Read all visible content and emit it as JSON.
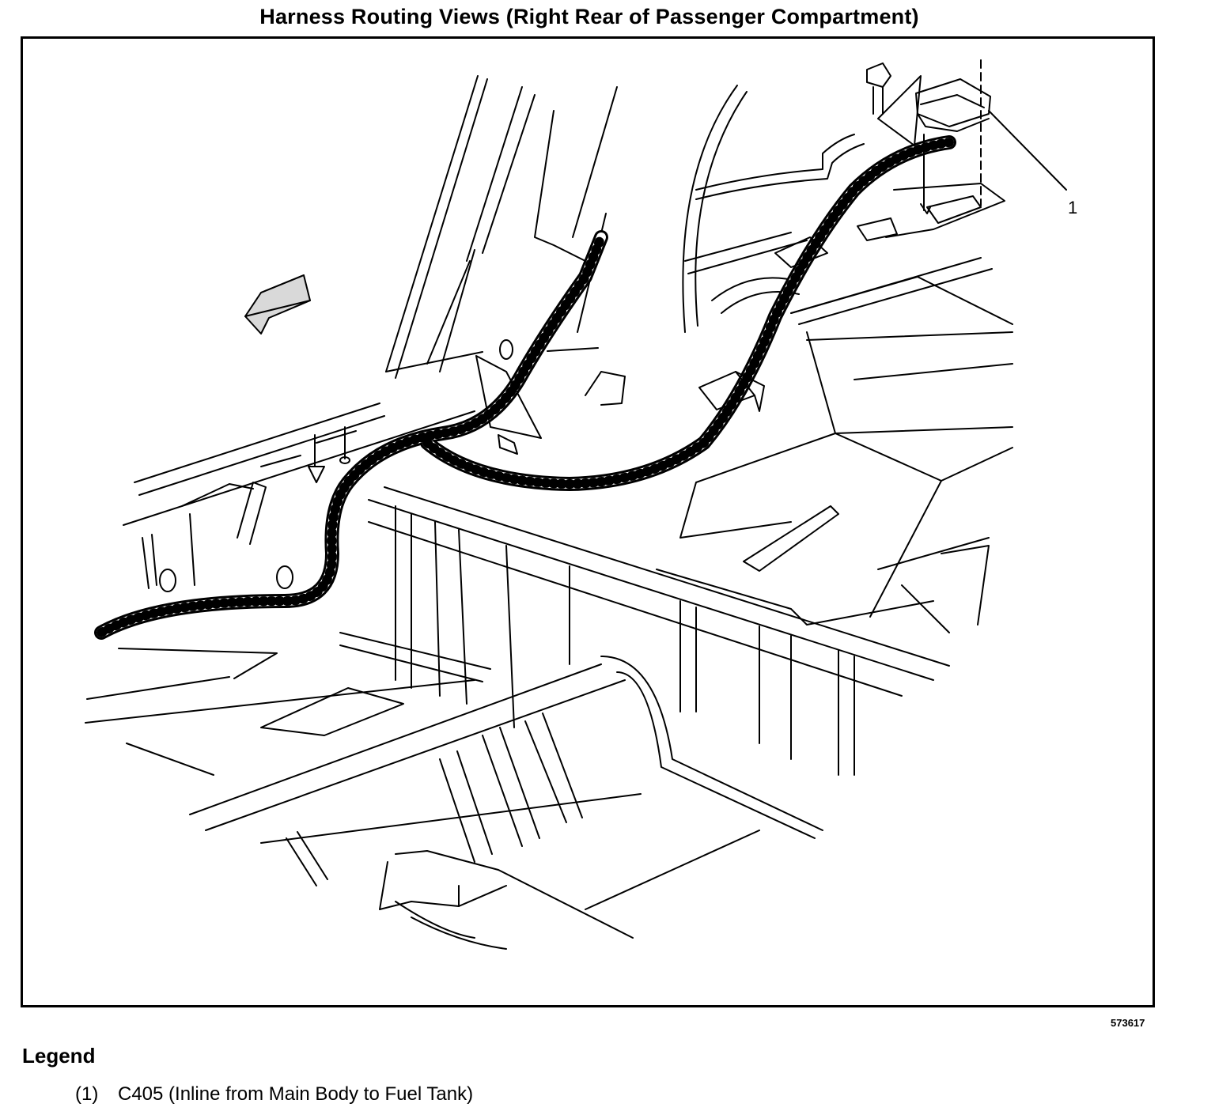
{
  "title": "Harness Routing Views (Right Rear of Passenger Compartment)",
  "figure_id": "573617",
  "callouts": [
    {
      "number": "1"
    }
  ],
  "legend": {
    "heading": "Legend",
    "items": [
      {
        "number": "(1)",
        "text": "C405 (Inline from Main Body to Fuel Tank)"
      }
    ]
  }
}
